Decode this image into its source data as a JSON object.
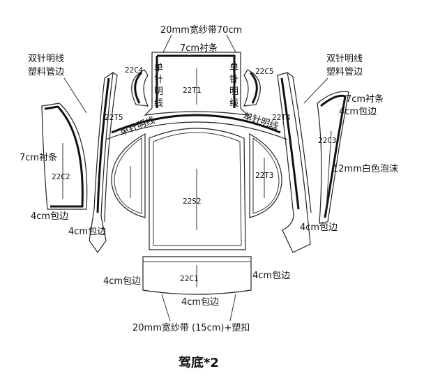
{
  "title": "驾底*2",
  "pieces": {
    "t1": "22T1",
    "c4": "22C4",
    "c5": "22C5",
    "t5": "22T5",
    "t4": "22T4",
    "c2": "22C2",
    "c3": "22C3",
    "s2": "22S2",
    "t3": "22T3",
    "c1": "22C1"
  },
  "labels": {
    "top_band": "20mm宽纱带70cm",
    "top_strip": "7cm衬条",
    "single_left": [
      "单",
      "针",
      "明",
      "线"
    ],
    "single_right": [
      "单",
      "针",
      "明",
      "线"
    ],
    "double_left_1": "双针明线",
    "double_left_2": "塑料管边",
    "double_right_1": "双针明线",
    "double_right_2": "塑料管边",
    "strip_right": "7cm衬条",
    "bind_right_top": "4cm包边",
    "strip_left": "7cm衬条",
    "foam": "12mm白色泡沫",
    "bind_left_low": "4cm包边",
    "bind_left_low2": "4cm包边",
    "bind_right_low": "4cm包边",
    "bind_bottom_left": "4cm包边",
    "bind_bottom_right": "4cm包边",
    "bind_bottom_mid": "4cm包边",
    "single_arc_left": "单针明线",
    "single_arc_right": "单针明线",
    "bottom_band": "20mm宽纱带 (15cm)+塑扣"
  }
}
